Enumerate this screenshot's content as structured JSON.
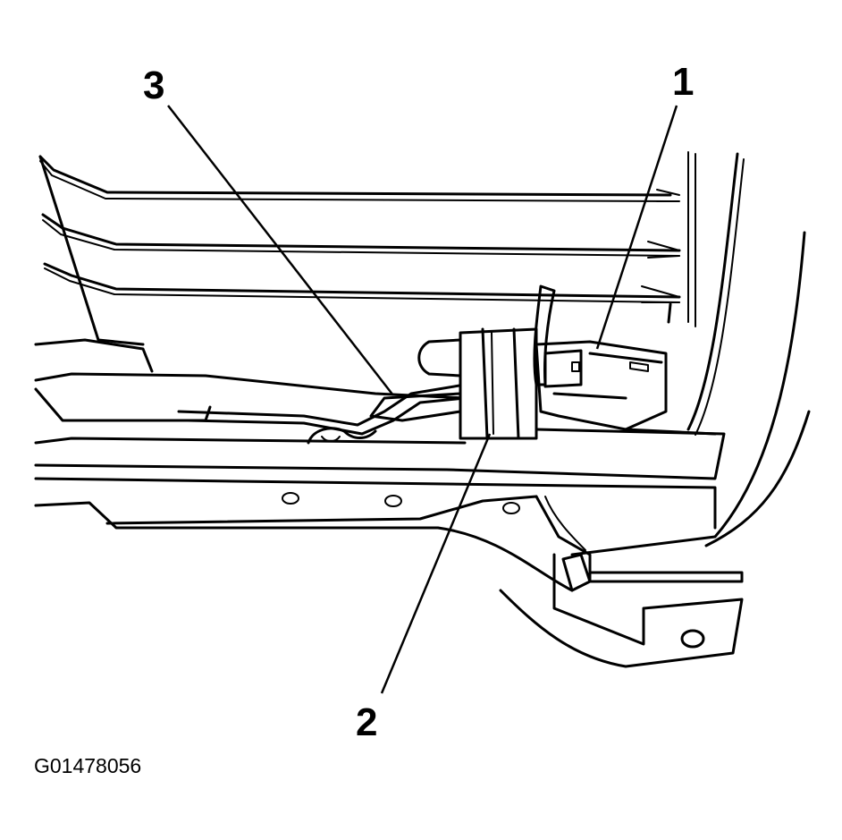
{
  "callouts": [
    {
      "id": "1",
      "label": "1"
    },
    {
      "id": "2",
      "label": "2"
    },
    {
      "id": "3",
      "label": "3"
    }
  ],
  "figure_code": "G01478056"
}
